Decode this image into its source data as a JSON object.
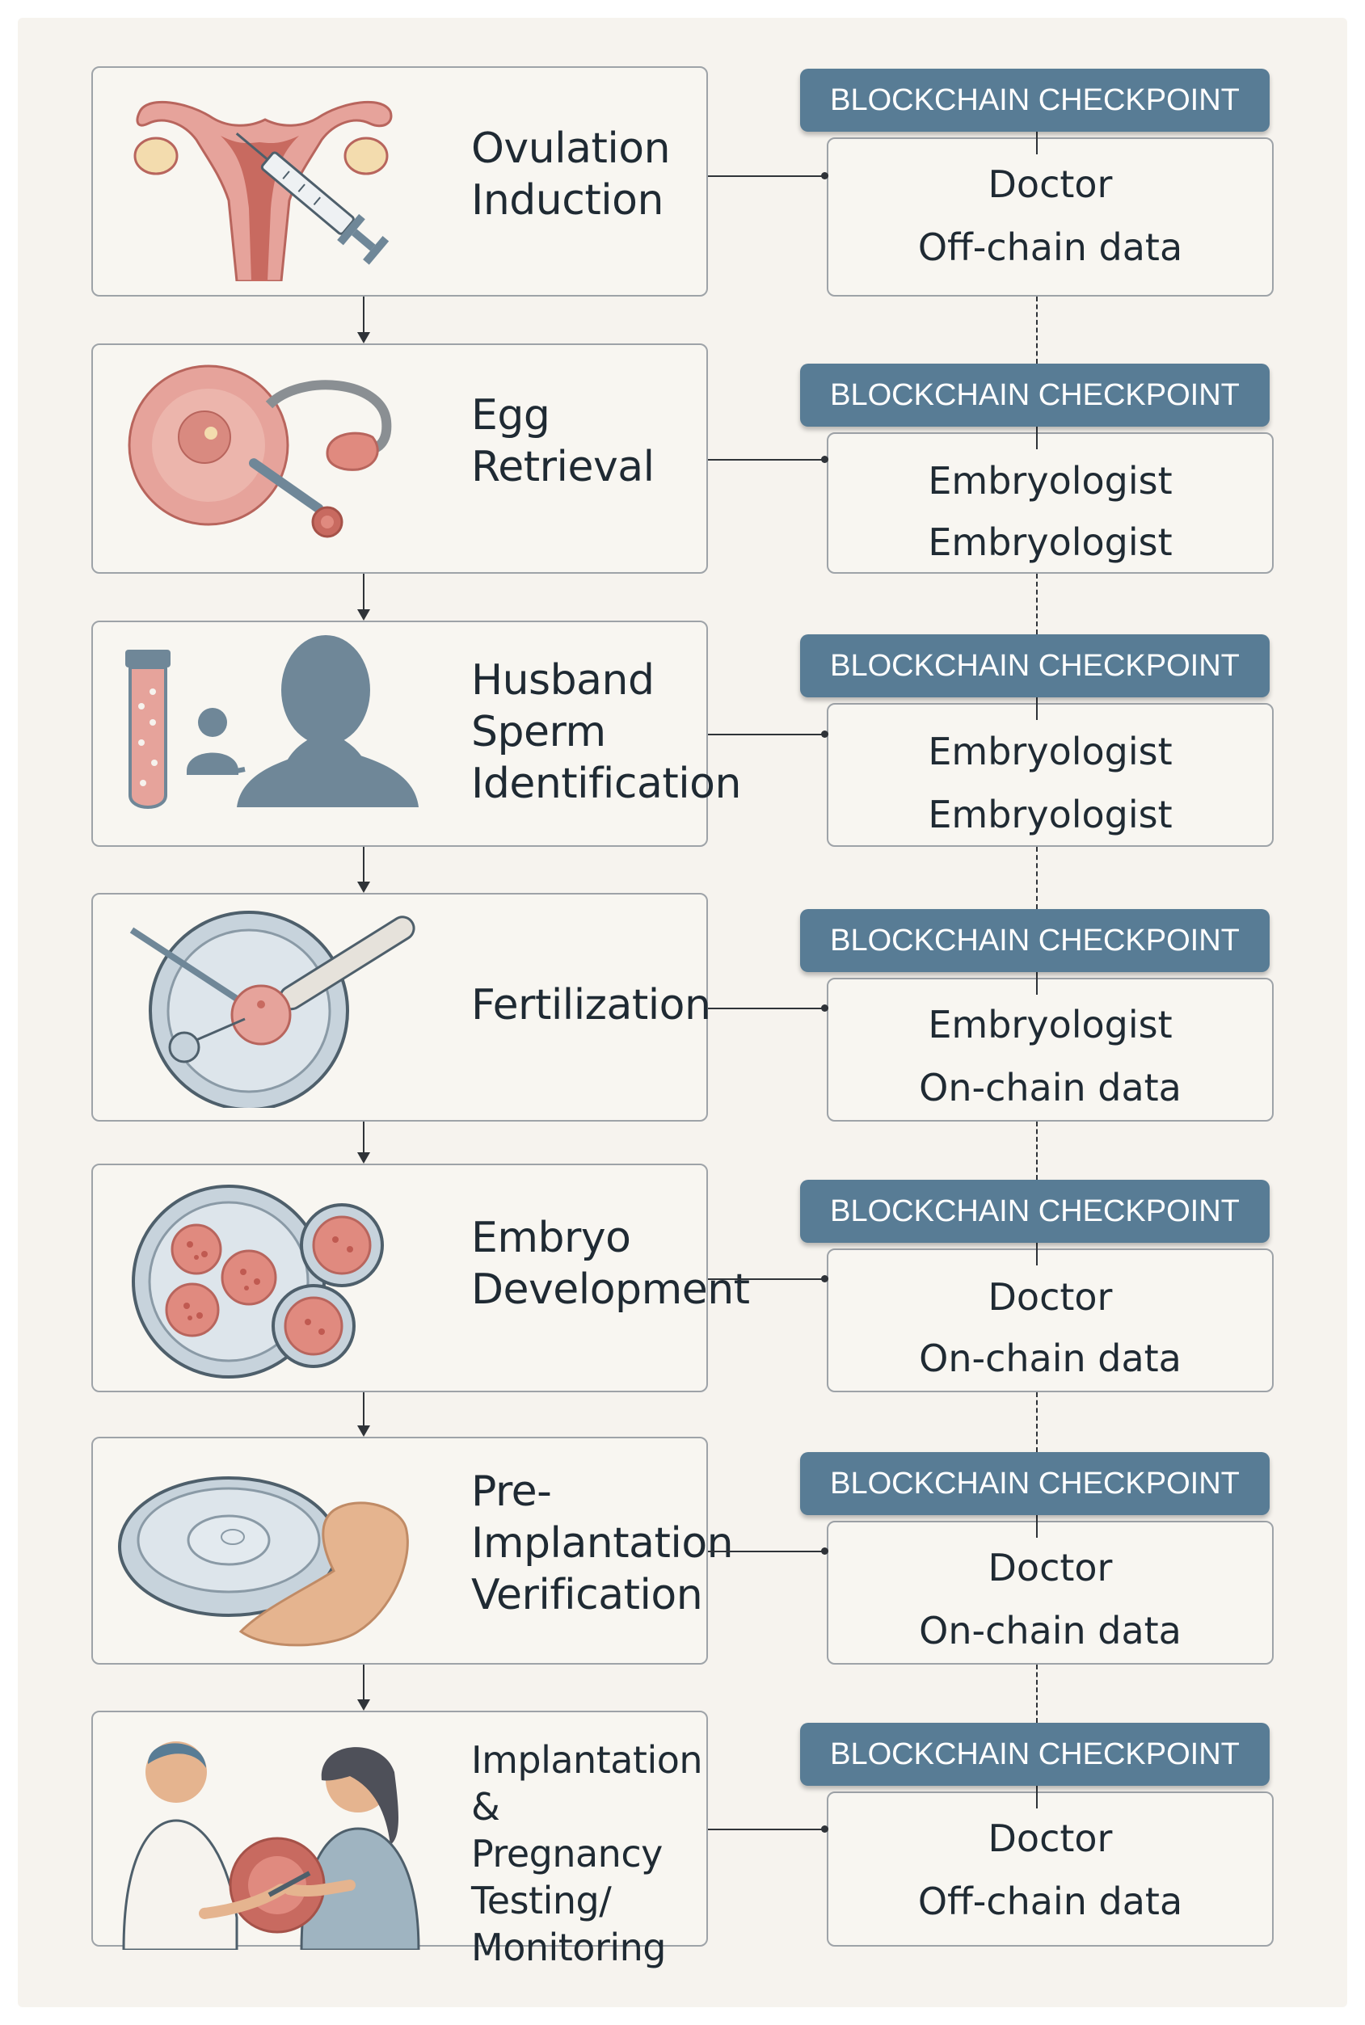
{
  "banner_text": "BLOCKCHAIN CHECKPOINT",
  "colors": {
    "banner": "#587c95",
    "flesh": "#e3938a",
    "flesh_dark": "#c86a60",
    "slate": "#6f8798",
    "dish": "#c7d3dc",
    "skin": "#e5b48f"
  },
  "stages": [
    {
      "label_lines": [
        "Ovulation",
        "Induction"
      ],
      "icon": "uterus-syringe-icon",
      "checkpoint": {
        "role": "Doctor",
        "data": "Off-chain data"
      }
    },
    {
      "label_lines": [
        "Egg",
        "Retrieval"
      ],
      "icon": "egg-retrieval-icon",
      "checkpoint": {
        "role": "Embryologist",
        "data": "Embryologist"
      }
    },
    {
      "label_lines": [
        "Husband",
        "Sperm",
        "Identification"
      ],
      "icon": "sperm-identification-icon",
      "checkpoint": {
        "role": "Embryologist",
        "data": "Embryologist"
      }
    },
    {
      "label_lines": [
        "Fertilization"
      ],
      "icon": "fertilization-icon",
      "checkpoint": {
        "role": "Embryologist",
        "data": "On-chain data"
      }
    },
    {
      "label_lines": [
        "Embryo",
        "Development"
      ],
      "icon": "embryo-development-icon",
      "checkpoint": {
        "role": "Doctor",
        "data": "On-chain data"
      }
    },
    {
      "label_lines": [
        "Pre-",
        "Implantation",
        "Verification"
      ],
      "icon": "pre-implantation-icon",
      "checkpoint": {
        "role": "Doctor",
        "data": "On-chain data"
      }
    },
    {
      "label_lines": [
        "Implantation",
        "& Pregnancy",
        "Testing/",
        "Monitoring"
      ],
      "icon": "pregnancy-monitoring-icon",
      "checkpoint": {
        "role": "Doctor",
        "data": "Off-chain data"
      }
    }
  ]
}
